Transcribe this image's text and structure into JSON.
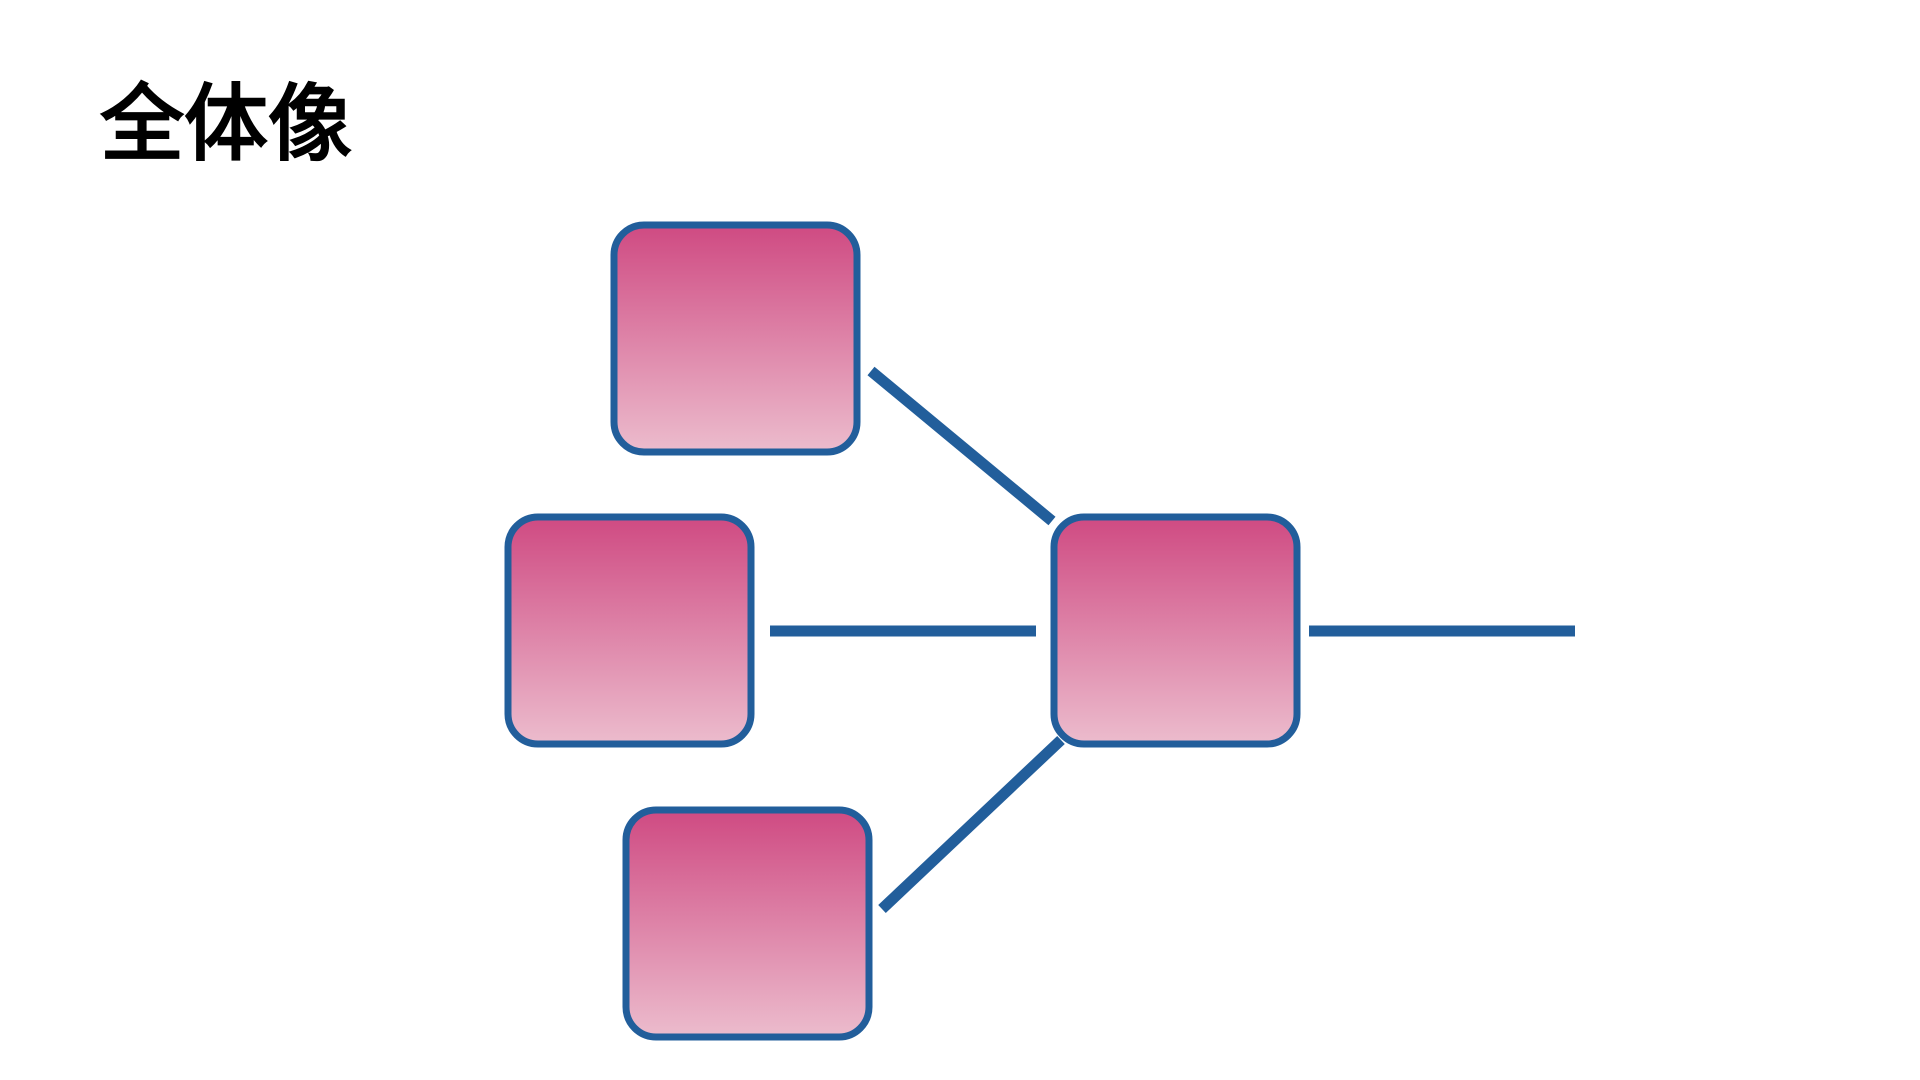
{
  "slide": {
    "title": "全体像"
  },
  "diagram": {
    "nodes": [
      {
        "id": "node-top-left",
        "label": ""
      },
      {
        "id": "node-middle-left",
        "label": ""
      },
      {
        "id": "node-bottom-left",
        "label": ""
      },
      {
        "id": "node-center",
        "label": ""
      }
    ],
    "edges": [
      {
        "from": "node-top-left",
        "to": "node-center"
      },
      {
        "from": "node-middle-left",
        "to": "node-center"
      },
      {
        "from": "node-bottom-left",
        "to": "node-center"
      },
      {
        "from": "node-center",
        "to": "output"
      }
    ]
  },
  "colors": {
    "node_fill_top": "#cf4a82",
    "node_fill_bottom": "#ecbccd",
    "node_stroke": "#225e9b",
    "edge_stroke": "#225e9b",
    "title_text": "#000000"
  }
}
